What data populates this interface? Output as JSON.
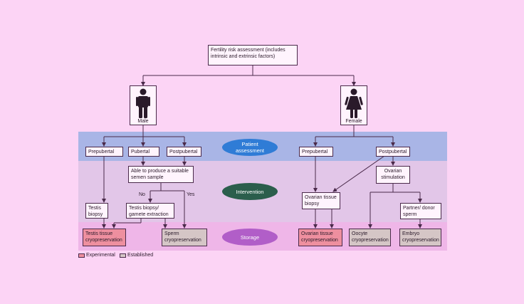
{
  "root": "Fertility risk assessment (includes intrinsic and extrinsic factors)",
  "male": {
    "label": "Male",
    "prepubertal": "Prepubertal",
    "pubertal": "Pubertal",
    "postpubertal": "Postpubertal",
    "semen_question": "Able to produce a suitable semen sample",
    "no": "No",
    "yes": "Yes",
    "testis_biopsy": "Testis biopsy",
    "testis_biopsy_gamete": "Testis biopsy/ gamete extraction",
    "testis_storage": "Testis tissue cryopreservation",
    "sperm_storage": "Sperm cryopreservation"
  },
  "female": {
    "label": "Female",
    "prepubertal": "Prepubertal",
    "postpubertal": "Postpubertal",
    "ovarian_stimulation": "Ovarian stimulation",
    "ovarian_biopsy": "Ovarian tissue biopsy",
    "partner_sperm": "Partner/ donor sperm",
    "ovarian_storage": "Ovarian tissue cryopreservation",
    "oocyte_storage": "Oocyte cryopreservation",
    "embryo_storage": "Embryo cryopreservation"
  },
  "stages": {
    "patient": "Patient assessment",
    "intervention": "Intervention",
    "storage": "Storage"
  },
  "legend": {
    "experimental": "Experimental",
    "established": "Established"
  },
  "colors": {
    "background": "#fcd4f5",
    "patient_band": "#a9b5e6",
    "intervention_band": "#e2c6e8",
    "storage_band": "#efb6e8",
    "patient_pill": "#2f7cd6",
    "intervention_pill": "#2b5e4c",
    "storage_pill": "#b15ec8",
    "experimental": "#ee8f9f",
    "established": "#d5c6c6"
  }
}
